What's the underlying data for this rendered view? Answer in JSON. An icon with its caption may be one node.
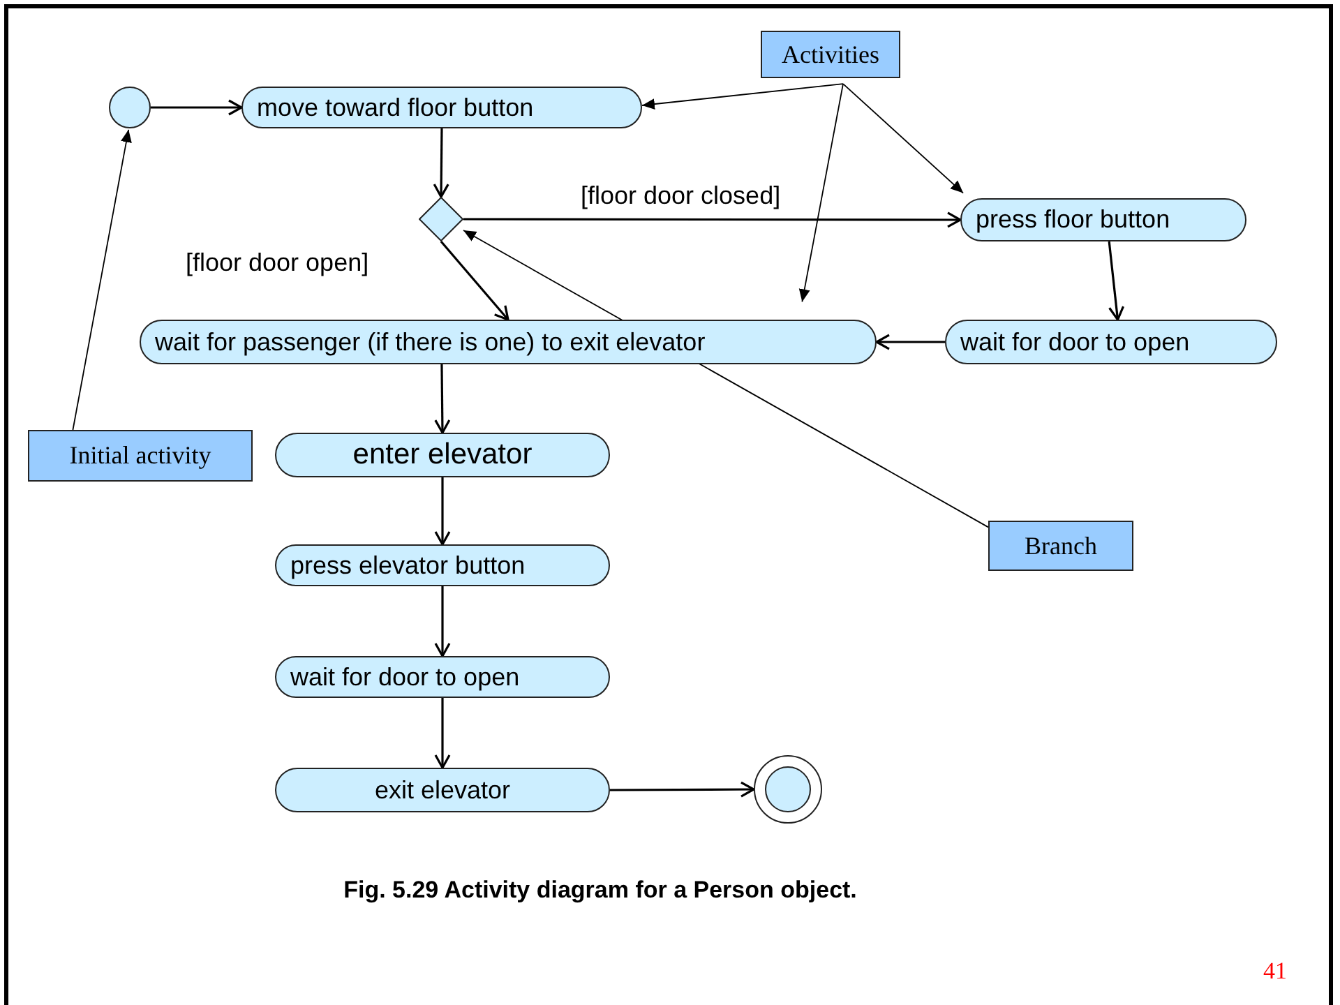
{
  "diagram": {
    "caption": "Fig. 5.29  Activity diagram for a Person object.",
    "nodes": [
      {
        "text": [],
        "shape": "circle"
      },
      {
        "text": [
          "move toward floor button"
        ]
      },
      {
        "text": [],
        "shape": "diamond"
      },
      {
        "text": [
          "press floor button"
        ]
      },
      {
        "text": [
          "wait for passenger (if there is one) to exit elevator"
        ]
      },
      {
        "text": [
          "wait for door to open"
        ]
      },
      {
        "text": [
          "enter elevator"
        ]
      },
      {
        "text": [
          "press elevator button"
        ]
      },
      {
        "text": [
          "wait for door to open"
        ]
      },
      {
        "text": [
          "exit elevator"
        ]
      },
      {
        "text": [],
        "shape": "circle"
      },
      {
        "text": [
          "Activities"
        ]
      },
      {
        "text": [
          "Initial activity"
        ]
      },
      {
        "text": [
          "Branch"
        ]
      }
    ],
    "edges": [
      {
        "from": 0,
        "to": 1,
        "arrow": "to"
      },
      {
        "from": 1,
        "to": 2,
        "arrow": "to"
      },
      {
        "from": 2,
        "to": 3,
        "arrow": "to",
        "label": "[floor door closed]"
      },
      {
        "from": 2,
        "to": 4,
        "arrow": "to",
        "label": "[floor door open]"
      },
      {
        "from": 3,
        "to": 5,
        "arrow": "to"
      },
      {
        "from": 5,
        "to": 4,
        "arrow": "to"
      },
      {
        "from": 4,
        "to": 6,
        "arrow": "to"
      },
      {
        "from": 6,
        "to": 7,
        "arrow": "to"
      },
      {
        "from": 7,
        "to": 8,
        "arrow": "to"
      },
      {
        "from": 8,
        "to": 9,
        "arrow": "to"
      },
      {
        "from": 9,
        "to": 10,
        "arrow": "to"
      },
      {
        "from": 11,
        "to": 1,
        "arrow": "to"
      },
      {
        "from": 11,
        "to": 3,
        "arrow": "to"
      },
      {
        "from": 11,
        "to": 4,
        "arrow": "to"
      },
      {
        "from": 12,
        "to": 0,
        "arrow": "to"
      },
      {
        "from": 13,
        "to": 2,
        "arrow": "to"
      }
    ],
    "labels": [
      "41"
    ]
  }
}
